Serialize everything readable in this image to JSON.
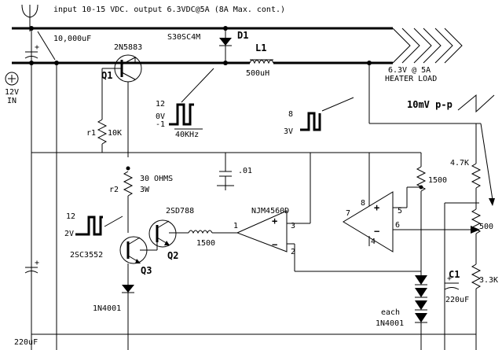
{
  "header": {
    "title": "input 10-15 VDC. output 6.3VDC@5A (8A Max. cont.)"
  },
  "components": {
    "c_in": "10,000uF",
    "q1_part": "2N5883",
    "q1": "Q1",
    "d1_part": "S30SC4M",
    "d1": "D1",
    "l1": "L1",
    "l1_val": "500uH",
    "load_1": "6.3V @ 5A",
    "load_2": "HEATER LOAD",
    "supply_1": "12V",
    "supply_2": "IN",
    "r1": "r1",
    "r1_val": "10K",
    "c_01": ".01",
    "r2_val_1": "30 OHMS",
    "r2": "r2",
    "r2_val_2": "3W",
    "q2_part": "2SD788",
    "q3_part": "2SC3552",
    "q2": "Q2",
    "q3": "Q3",
    "r_1500_a": "1500",
    "opamp": "NJM4560D",
    "r_1500_b": "1500",
    "r_4k7": "4.7K",
    "pot": "500",
    "c1": "C1",
    "c1_val": "220uF",
    "r_3k3": "3.3K",
    "d_1n4001": "1N4001",
    "each_1": "each",
    "each_2": "1N4001",
    "c_bottom": "220uF",
    "ripple": "10mV p-p"
  },
  "pins": {
    "p1": "1",
    "p2": "2",
    "p3": "3",
    "p4": "4",
    "p5": "5",
    "p6": "6",
    "p7": "7",
    "p8": "8",
    "plus_a": "+",
    "minus_a": "−",
    "plus_b": "+",
    "minus_b": "−",
    "plus_cin": "+",
    "plus_cb": "+",
    "plus_c1": "+"
  },
  "waveforms": {
    "w1_hi": "12",
    "w1_mid": "0V",
    "w1_lo": "-1",
    "w1_freq": "40KHz",
    "w2_hi": "8",
    "w2_lo": "3V",
    "w3_hi": "12",
    "w3_lo": "2V"
  }
}
